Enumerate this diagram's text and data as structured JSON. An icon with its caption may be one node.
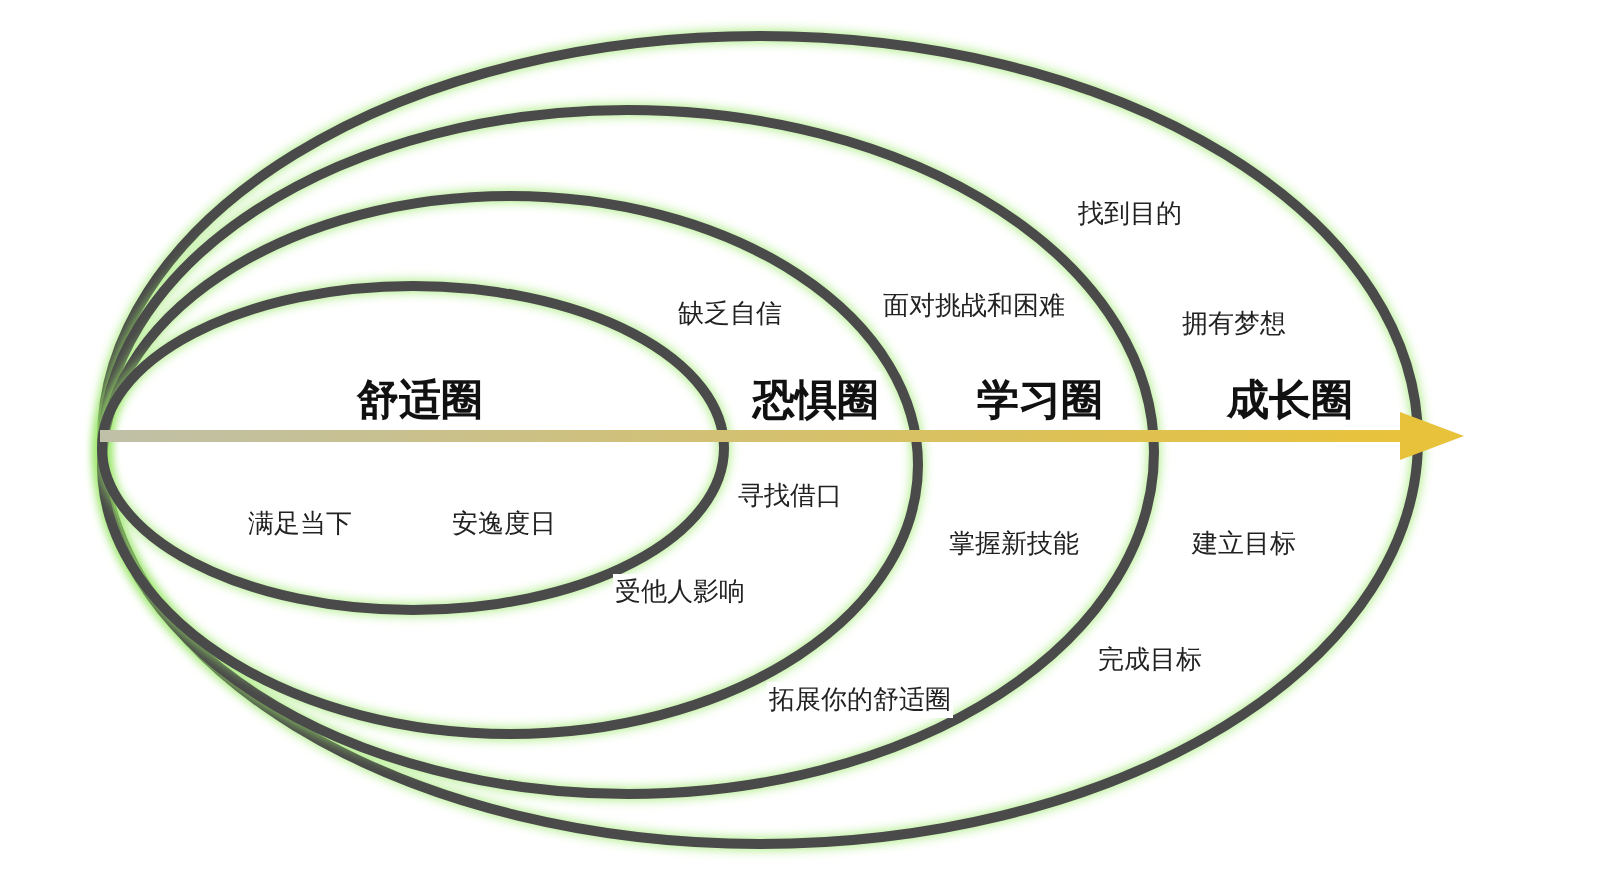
{
  "diagram": {
    "nodes": [
      {
        "text": [
          "成长圈",
          "找到目的",
          "拥有梦想",
          "建立目标",
          "完成目标"
        ]
      },
      {
        "text": [
          "学习圈",
          "面对挑战和困难",
          "掌握新技能",
          "拓展你的舒适圈"
        ],
        "in": 0
      },
      {
        "text": [
          "恐惧圈",
          "缺乏自信",
          "寻找借口",
          "受他人影响"
        ],
        "in": 1
      },
      {
        "text": [
          "舒适圈",
          "满足当下",
          "安逸度日"
        ],
        "in": 2
      }
    ]
  }
}
